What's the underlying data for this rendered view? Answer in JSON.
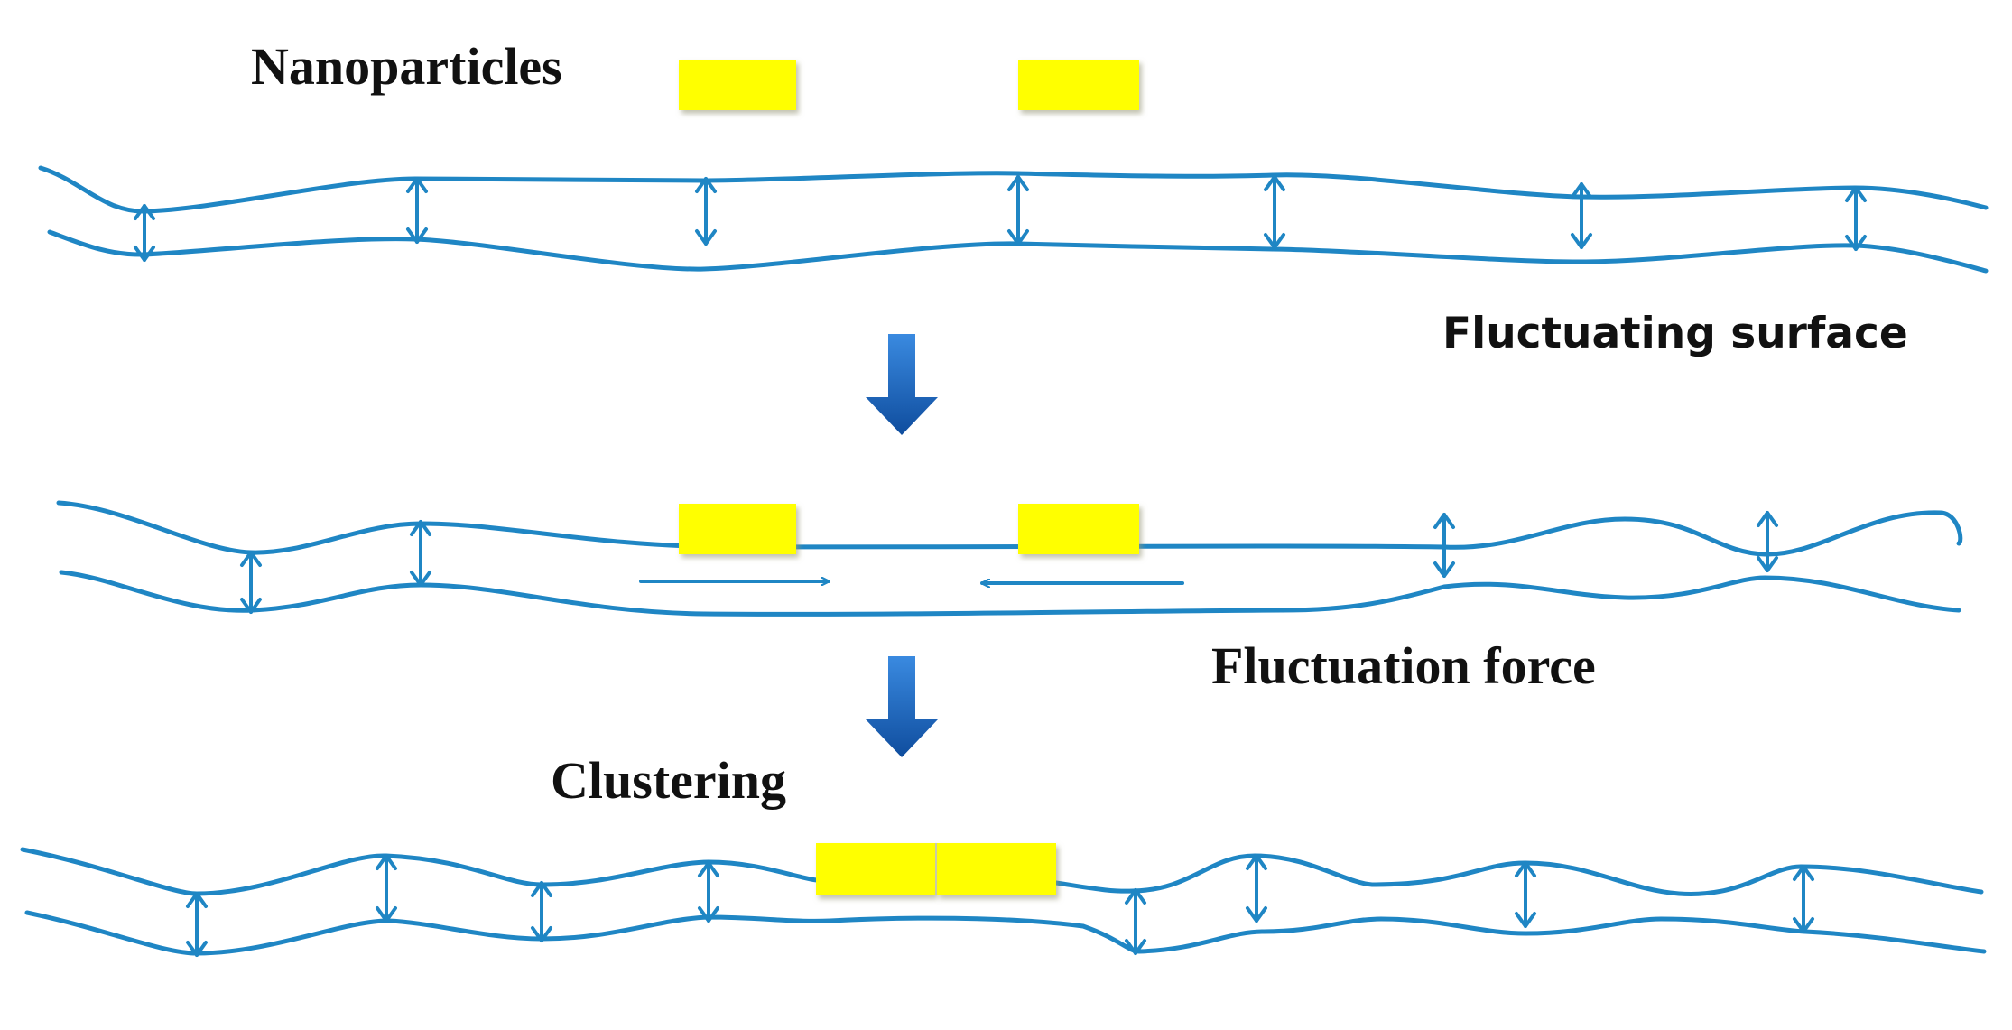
{
  "labels": {
    "nanoparticles": "Nanoparticles",
    "fluctuating_surface": "Fluctuating surface",
    "fluctuation_force": "Fluctuation force",
    "clustering": "Clustering"
  },
  "colors": {
    "membrane": "#1f86c4",
    "particle_fill": "#ffff00",
    "particle_shadow": "#c9c9a8",
    "step_arrow_top": "#2f7fd0",
    "step_arrow_bottom": "#1450a0",
    "text": "#111111"
  },
  "icons": {
    "double_arrow": "double-headed-arrow-icon",
    "step_arrow": "down-arrow-icon",
    "force_arrow": "right-arrow-icon"
  }
}
